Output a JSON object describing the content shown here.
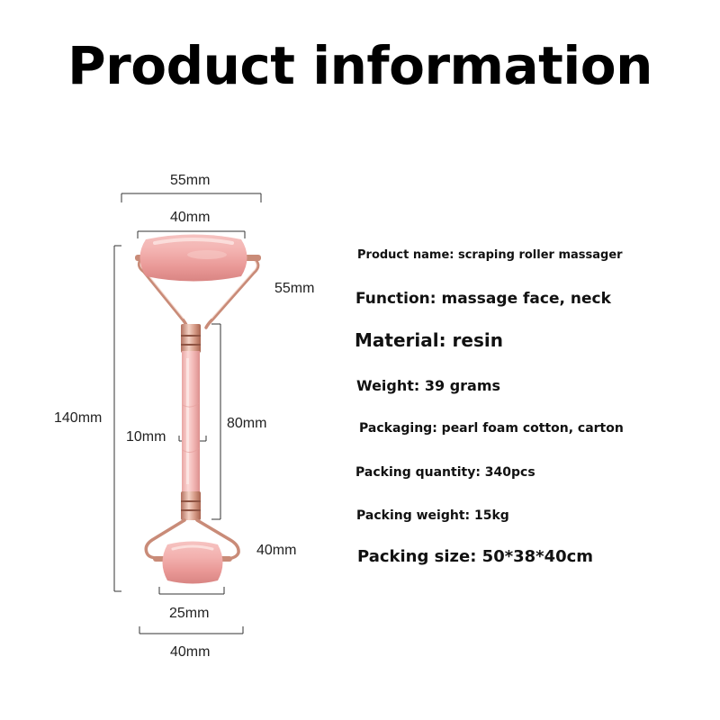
{
  "title": "Product information",
  "dimensions": {
    "top_total_width": "55mm",
    "top_roller_width": "40mm",
    "top_frame_height": "55mm",
    "overall_length": "140mm",
    "handle_diameter": "10mm",
    "handle_length": "80mm",
    "bottom_frame_height": "40mm",
    "bottom_roller_width": "25mm",
    "bottom_total_width": "40mm"
  },
  "specs": {
    "product_name": "Product name: scraping roller massager",
    "function": "Function: massage face, neck",
    "material": "Material: resin",
    "weight": "Weight: 39 grams",
    "packaging": "Packaging: pearl foam cotton, carton",
    "packing_quantity": "Packing quantity: 340pcs",
    "packing_weight": "Packing weight: 15kg",
    "packing_size": "Packing size: 50*38*40cm"
  },
  "colors": {
    "jade_pink": "#f0a9a9",
    "jade_highlight": "#fbd6d4",
    "rose_gold": "#c98b78",
    "dimension_line": "#333333"
  }
}
